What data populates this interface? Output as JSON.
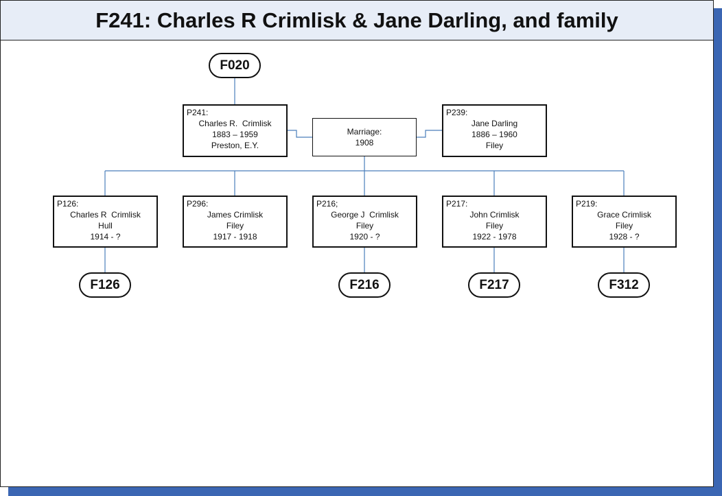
{
  "title": "F241: Charles R Crimlisk & Jane Darling, and family",
  "parent_family": "F020",
  "husband": {
    "id": "P241:",
    "lines": [
      "Charles R.  Crimlisk",
      "1883 – 1959",
      "Preston, E.Y."
    ]
  },
  "wife": {
    "id": "P239:",
    "lines": [
      "Jane Darling",
      "1886 – 1960",
      "Filey"
    ]
  },
  "marriage": {
    "label": "Marriage:",
    "year": "1908"
  },
  "children": [
    {
      "id": "P126:",
      "lines": [
        "Charles R  Crimlisk",
        "Hull",
        "1914 - ?"
      ],
      "family": "F126"
    },
    {
      "id": "P296:",
      "lines": [
        "James Crimlisk",
        "Filey",
        "1917 - 1918"
      ],
      "family": ""
    },
    {
      "id": "P216;",
      "lines": [
        "George J  Crimlisk",
        "Filey",
        "1920 - ?"
      ],
      "family": "F216"
    },
    {
      "id": "P217:",
      "lines": [
        "John Crimlisk",
        "Filey",
        "1922 - 1978"
      ],
      "family": "F217"
    },
    {
      "id": "P219:",
      "lines": [
        "Grace Crimlisk",
        "Filey",
        "1928 - ?"
      ],
      "family": "F312"
    }
  ],
  "colors": {
    "connector": "#4a7ebb",
    "shadow": "#3b66b3",
    "title_bg": "#e7edf7"
  }
}
